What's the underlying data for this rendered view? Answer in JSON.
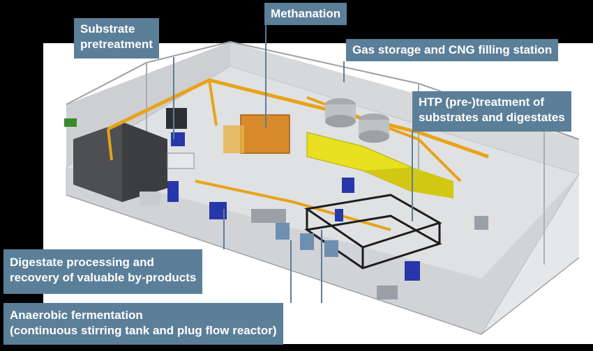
{
  "callouts": {
    "methanation": "Methanation",
    "substrate_pretreatment": [
      "Substrate",
      "pretreatment"
    ],
    "gas_storage": "Gas storage and CNG filling station",
    "htp": [
      "HTP (pre-)treatment of",
      "substrates and digestates"
    ],
    "digestate": [
      "Digestate processing and",
      "recovery of valuable by-products"
    ],
    "anaerobic": [
      "Anaerobic fermentation",
      "(continuous stirring tank and plug flow  reactor)"
    ]
  },
  "colors": {
    "callout_bg": "#5b7f99",
    "callout_text": "#ffffff",
    "background": "#000000",
    "building": "#c9cbcd",
    "pipe_yellow": "#e8a317",
    "equipment_blue": "#2736a8"
  }
}
